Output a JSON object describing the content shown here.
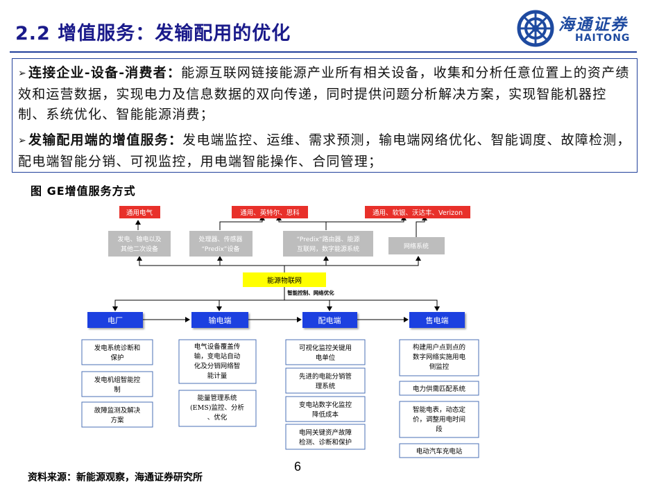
{
  "title": "2.2 增值服务：发输配用的优化",
  "logo": {
    "cn": "海通证券",
    "en": "HAITONG"
  },
  "text": {
    "p1_head": "连接企业-设备-消费者：",
    "p1_body": "能源互联网链接能源产业所有相关设备，收集和分析任意位置上的资产绩效和运营数据，实现电力及信息数据的双向传递，同时提供问题分析解决方案，实现智能机器控制、系统优化、智能能源消费；",
    "p2_head": "发输配用端的增值服务：",
    "p2_body": "发电端监控、运维、需求预测，输电端网络优化、智能调度、故障检测，配电端智能分销、可视监控，用电端智能操作、合同管理；"
  },
  "figure_caption": "图 GE增值服务方式",
  "diagram": {
    "top_red": [
      "通用电气",
      "通用、英特尔、思科",
      "通用、软银、沃达丰、Verizon"
    ],
    "grey": [
      [
        "发电、输电以及",
        "其他二次设备"
      ],
      [
        "处理器、传感器",
        "“Predix”设备"
      ],
      [
        "“Predix”路由器、能源",
        "互联网，数字能源系统"
      ],
      [
        "网络系统"
      ]
    ],
    "center": "能源物联网",
    "center_sub": "智能控制、网络优化",
    "blue": [
      "电厂",
      "输电端",
      "配电端",
      "售电端"
    ],
    "col1": [
      [
        "发电系统诊断和",
        "保护"
      ],
      [
        "发电机组智能控",
        "制"
      ],
      [
        "故障监测及解决",
        "方案"
      ]
    ],
    "col2": [
      [
        "电气设备覆盖传",
        "输，变电站自动",
        "化及分销网络智",
        "能计量"
      ],
      [
        "能量管理系统",
        "(EMS)监控、分析",
        "、优化"
      ]
    ],
    "col3": [
      [
        "可视化监控关键用",
        "电单位"
      ],
      [
        "先进的电能分销管",
        "理系统"
      ],
      [
        "变电站数字化监控",
        "降低成本"
      ],
      [
        "电网关键资产故障",
        "检测、诊断和保护"
      ]
    ],
    "col4": [
      [
        "构建用户点到点的",
        "数字网络实施用电",
        "侧监控"
      ],
      [
        "电力供需匹配系统"
      ],
      [
        "智能电表，动态定",
        "价，调整用电时间",
        "段"
      ],
      [
        "电动汽车充电站"
      ]
    ],
    "colors": {
      "red": "#e8302a",
      "grey": "#bdbdbd",
      "blue": "#1a3fe0",
      "yellow": "#ffff00",
      "border": "#4a6fb5"
    }
  },
  "page_number": "6",
  "source": "资料来源：新能源观察，海通证券研究所"
}
